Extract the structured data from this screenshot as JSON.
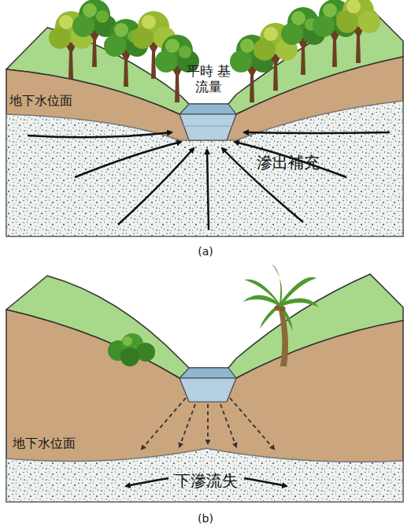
{
  "diagram": {
    "labels": [
      "平時 基流量",
      "地下水位面",
      "滲出補充",
      "(a)",
      "地下水位面",
      "下滲流失",
      "(b)"
    ]
  }
}
